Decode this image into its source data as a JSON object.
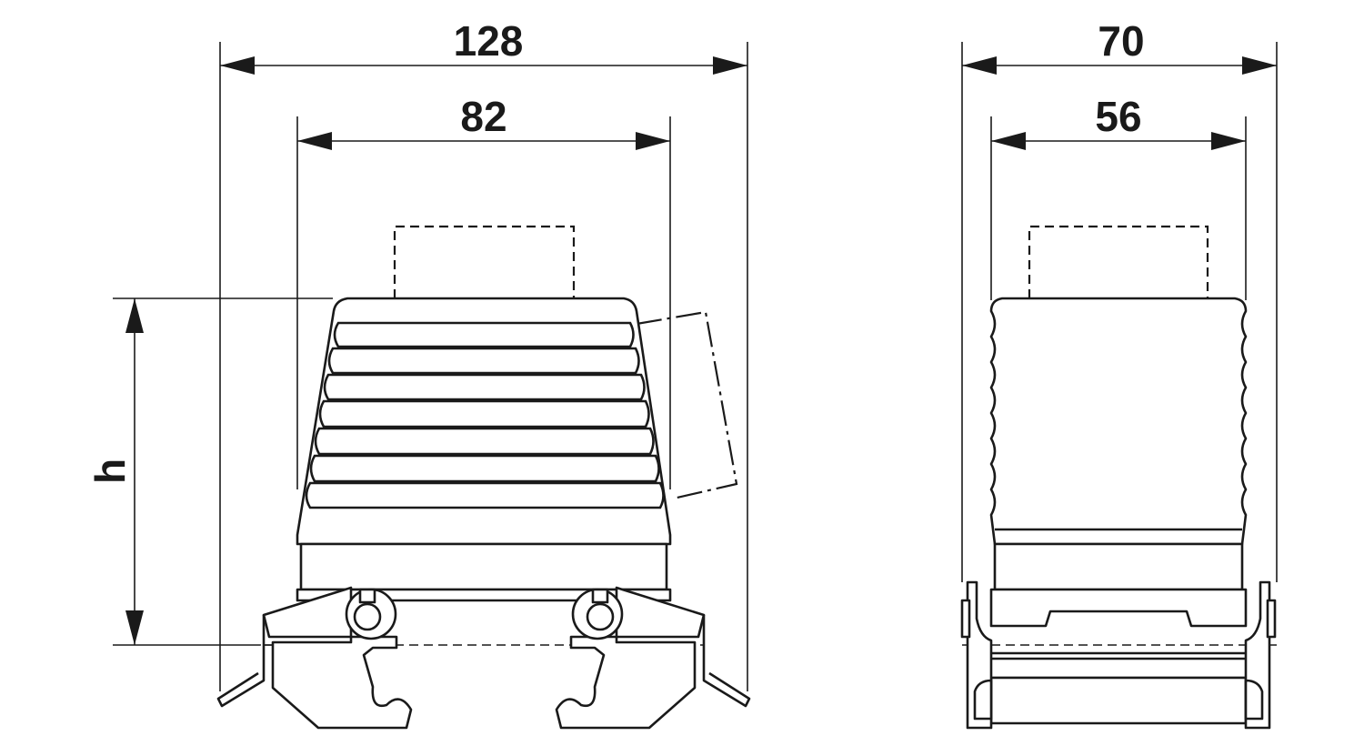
{
  "drawing": {
    "front_view": {
      "overall_width_label": "128",
      "inner_width_label": "82",
      "height_label": "h"
    },
    "side_view": {
      "overall_width_label": "70",
      "inner_width_label": "56"
    }
  }
}
